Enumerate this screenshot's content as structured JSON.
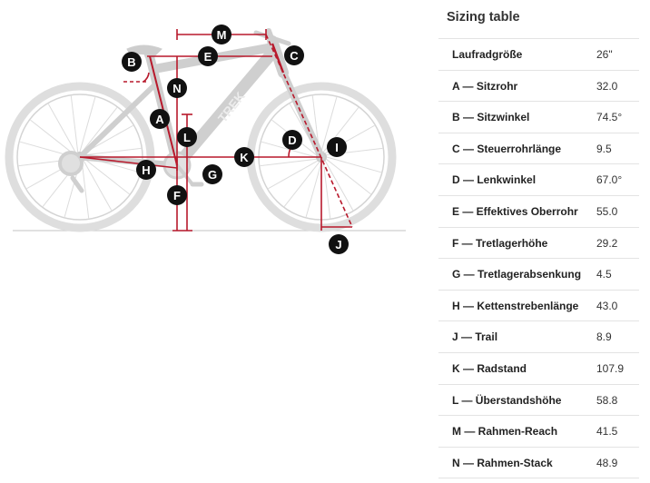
{
  "panel": {
    "title": "Sizing table",
    "rows": [
      {
        "label": "Laufradgröße",
        "value": "26\""
      },
      {
        "label": "A — Sitzrohr",
        "value": "32.0"
      },
      {
        "label": "B — Sitzwinkel",
        "value": "74.5°"
      },
      {
        "label": "C — Steuerrohrlänge",
        "value": "9.5"
      },
      {
        "label": "D — Lenkwinkel",
        "value": "67.0°"
      },
      {
        "label": "E — Effektives Oberrohr",
        "value": "55.0"
      },
      {
        "label": "F — Tretlagerhöhe",
        "value": "29.2"
      },
      {
        "label": "G — Tretlagerabsenkung",
        "value": "4.5"
      },
      {
        "label": "H — Kettenstrebenlänge",
        "value": "43.0"
      },
      {
        "label": "J — Trail",
        "value": "8.9"
      },
      {
        "label": "K — Radstand",
        "value": "107.9"
      },
      {
        "label": "L — Überstandshöhe",
        "value": "58.8"
      },
      {
        "label": "M — Rahmen-Reach",
        "value": "41.5"
      },
      {
        "label": "N — Rahmen-Stack",
        "value": "48.9"
      }
    ]
  },
  "diagram": {
    "badges": [
      "M",
      "E",
      "B",
      "C",
      "N",
      "A",
      "L",
      "D",
      "I",
      "H",
      "K",
      "G",
      "F",
      "J"
    ],
    "frame_brand": "TREK",
    "colors": {
      "measure": "#b8192c",
      "bike": "#d0d0d0",
      "badge": "#111111"
    }
  }
}
